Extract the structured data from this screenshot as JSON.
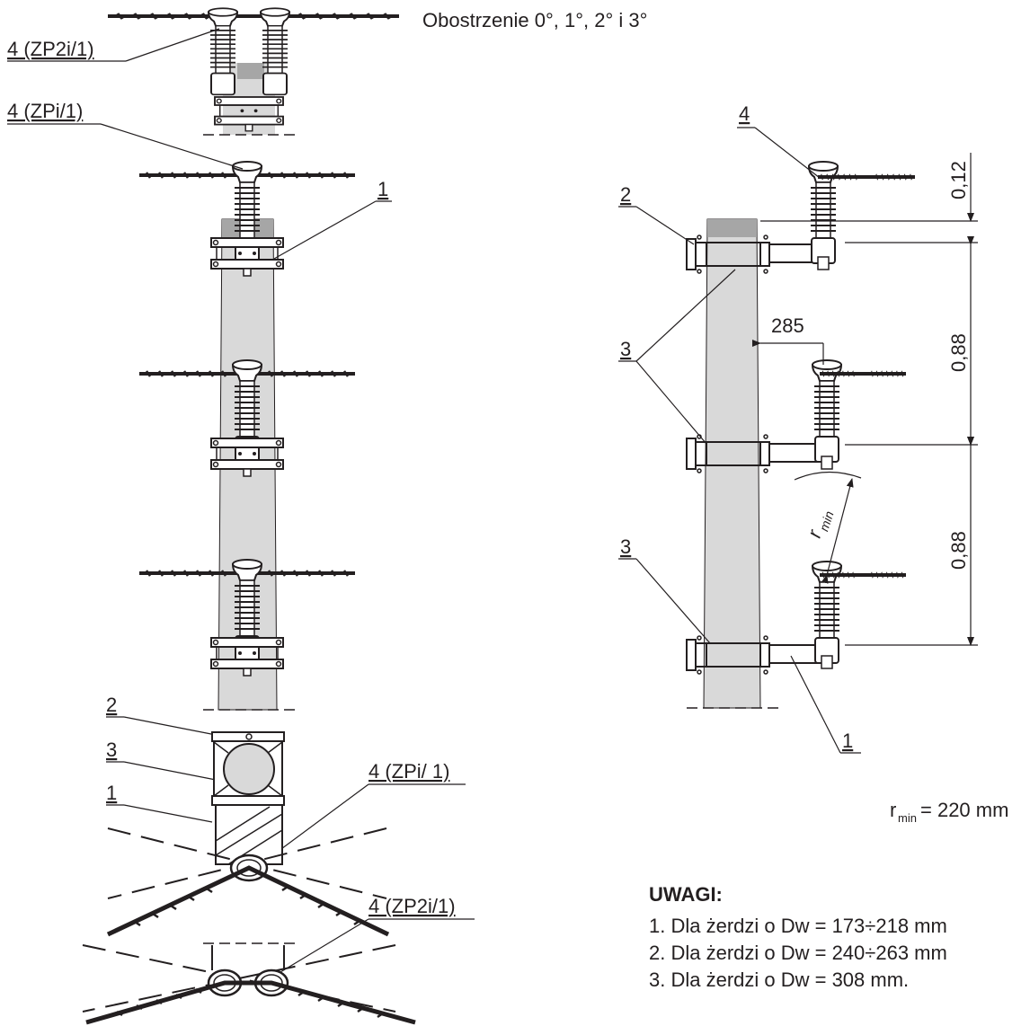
{
  "title": "Obostrzenie 0°, 1°, 2° i 3°",
  "labels": {
    "zp2i_top": "4 (ZP2i/1)",
    "zpi_top": "4 (ZPi/1)",
    "part1": "1",
    "part2": "2",
    "part3": "3",
    "part4": "4",
    "zpi_plan": "4 (ZPi/ 1)",
    "zp2i_plan": "4 (ZP2i/1)"
  },
  "dimensions": {
    "d_top": "0,12",
    "d_mid": "0,88",
    "d_low": "0,88",
    "offset": "285",
    "rmin_symbol": "r",
    "rmin_sub": "min",
    "rmin_eq": "= 220 mm"
  },
  "notes": {
    "heading": "UWAGI:",
    "items": [
      "1. Dla żerdzi o Dw = 173÷218 mm",
      "2. Dla żerdzi o Dw = 240÷263 mm",
      "3. Dla żerdzi o Dw = 308 mm."
    ]
  },
  "colors": {
    "line": "#231f20",
    "pole_fill": "#d9d9d9",
    "pole_top": "#a6a6a6"
  }
}
